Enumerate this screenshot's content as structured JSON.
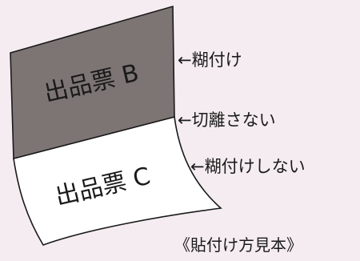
{
  "slip_b": {
    "label": "出品票 B",
    "color": "#7d7574"
  },
  "slip_c": {
    "label": "出品票 C",
    "color": "#ffffff"
  },
  "annotations": {
    "glue": "←糊付け",
    "no_cut": "←切離さない",
    "no_glue": "←糊付けしない"
  },
  "caption": "《貼付け方見本》",
  "colors": {
    "background": "#f4ecf0",
    "outline": "#1a1a1a"
  }
}
